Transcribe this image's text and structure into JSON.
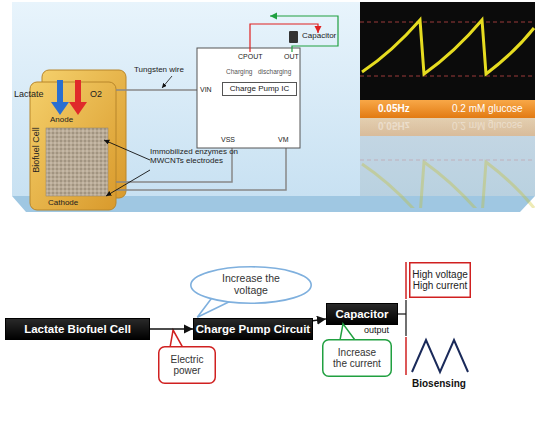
{
  "diagram": {
    "nodes": [
      {
        "text": [
          "Charge Pump IC"
        ]
      },
      {
        "text": [
          "Increase the voltage"
        ]
      },
      {
        "text": [
          "High voltage High current"
        ]
      },
      {
        "text": [
          "Lactate Biofuel Cell"
        ]
      },
      {
        "text": [
          "Charge Pump Circuit"
        ]
      },
      {
        "text": [
          "Capacitor"
        ]
      },
      {
        "text": [
          "Electric power"
        ]
      },
      {
        "text": [
          "Increase the current"
        ]
      }
    ],
    "edges": [
      {
        "from": 3,
        "to": 4,
        "arrow": "to"
      },
      {
        "from": 4,
        "to": 5,
        "arrow": "to"
      }
    ],
    "labels": [
      "Lactate",
      "O2",
      "Tungsten wire",
      "Capacitor",
      "Charging",
      "discharging",
      "CPOUT",
      "OUT",
      "VIN",
      "VSS",
      "VM",
      "Biofuel Cell",
      "Anode",
      "Cathode",
      "Immobilized enzymes on MWCNTs electrodes",
      "0.05Hz",
      "0.2 mM glucose",
      "0.05Hz",
      "0.2 mM glucose",
      "output",
      "Biosensing"
    ]
  }
}
